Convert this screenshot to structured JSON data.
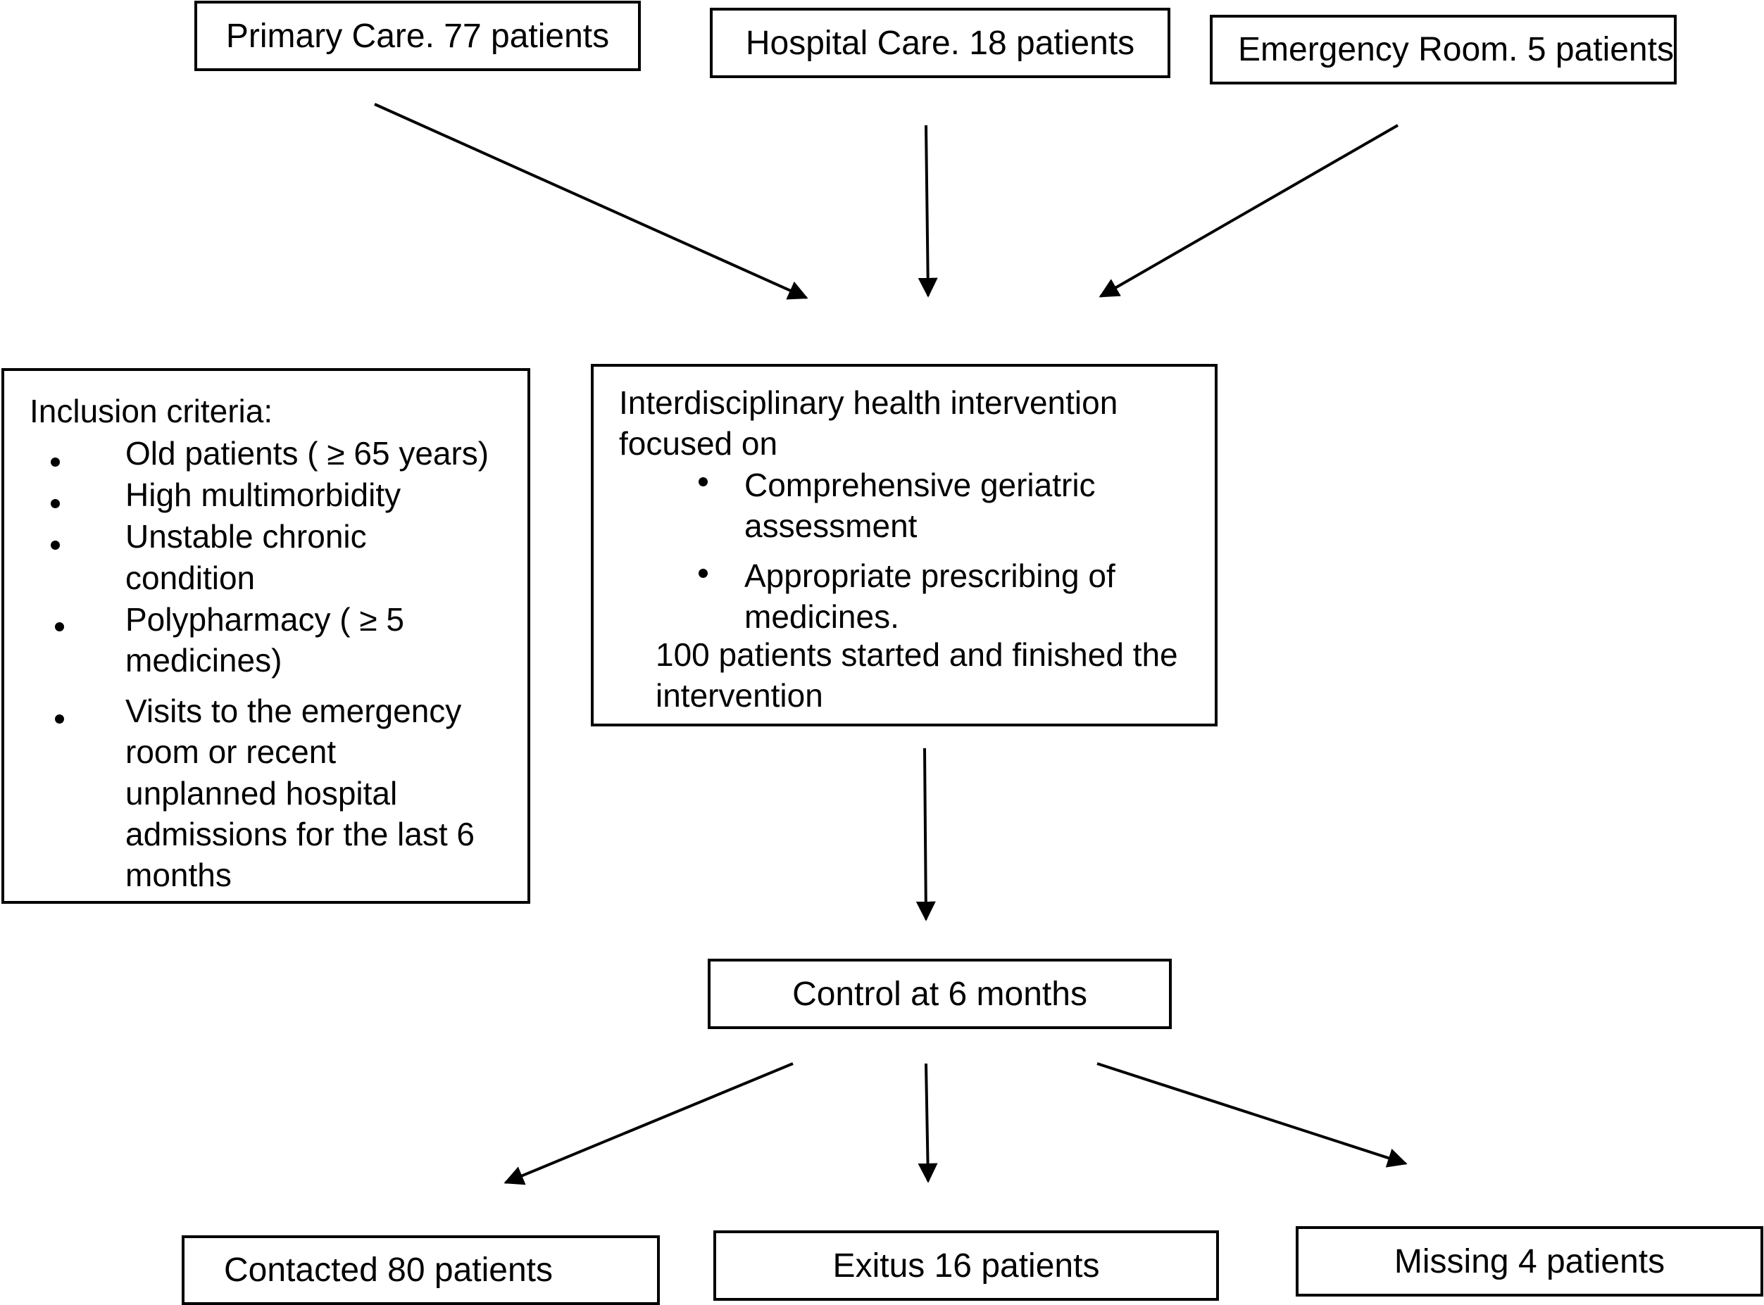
{
  "sources": {
    "primary_care": "Primary Care. 77 patients",
    "hospital_care": "Hospital Care. 18 patients",
    "emergency_room": "Emergency Room. 5 patients"
  },
  "inclusion": {
    "heading": "Inclusion criteria:",
    "items": [
      {
        "lines": [
          "Old patients  ( ≥ 65 years)"
        ]
      },
      {
        "lines": [
          "High multimorbidity"
        ]
      },
      {
        "lines": [
          "Unstable chronic",
          "condition"
        ]
      },
      {
        "lines": [
          "Polypharmacy ( ≥ 5",
          "medicines)"
        ]
      },
      {
        "lines": [
          "Visits to the emergency",
          "room or recent",
          "unplanned hospital",
          "admissions for the last 6",
          "months"
        ]
      }
    ]
  },
  "intervention": {
    "heading_lines": [
      "Interdisciplinary health intervention",
      "focused on"
    ],
    "items": [
      {
        "lines": [
          "Comprehensive geriatric",
          "assessment"
        ]
      },
      {
        "lines": [
          "Appropriate prescribing of",
          "medicines."
        ]
      }
    ],
    "footer_lines": [
      "100 patients started and finished the",
      "intervention"
    ]
  },
  "control": {
    "label": "Control at 6 months"
  },
  "outcomes": {
    "contacted": "Contacted 80 patients",
    "exitus": "Exitus 16 patients",
    "missing": "Missing  4 patients"
  }
}
